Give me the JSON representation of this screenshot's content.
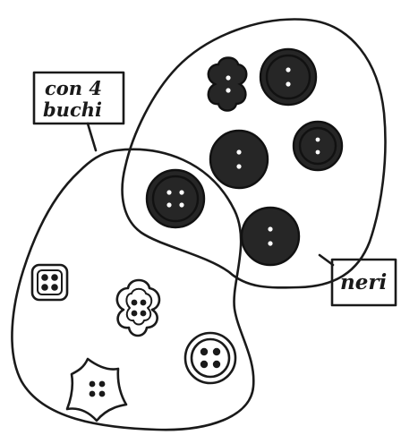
{
  "diagram": {
    "labels": {
      "four_holes": {
        "line1": "con 4",
        "line2": "buchi"
      },
      "black": "neri"
    },
    "colors": {
      "ink": "#1a1a1a",
      "button_fill": "#262626",
      "background": "#ffffff"
    },
    "sets": [
      {
        "name": "con 4 buchi",
        "shape": "closed-curve"
      },
      {
        "name": "neri",
        "shape": "closed-curve"
      }
    ],
    "buttons": [
      {
        "region": "neri-only",
        "color": "black",
        "holes": 2,
        "shape": "quatrefoil"
      },
      {
        "region": "neri-only",
        "color": "black",
        "holes": 2,
        "shape": "round-rimmed"
      },
      {
        "region": "neri-only",
        "color": "black",
        "holes": 2,
        "shape": "round"
      },
      {
        "region": "neri-only",
        "color": "black",
        "holes": 2,
        "shape": "round-rimmed"
      },
      {
        "region": "neri-only",
        "color": "black",
        "holes": 2,
        "shape": "round"
      },
      {
        "region": "intersection",
        "color": "black",
        "holes": 4,
        "shape": "round"
      },
      {
        "region": "con-4-buchi-only",
        "color": "white",
        "holes": 4,
        "shape": "rounded-square"
      },
      {
        "region": "con-4-buchi-only",
        "color": "white",
        "holes": 4,
        "shape": "quatrefoil"
      },
      {
        "region": "con-4-buchi-only",
        "color": "white",
        "holes": 4,
        "shape": "round-rimmed"
      },
      {
        "region": "con-4-buchi-only",
        "color": "white",
        "holes": 4,
        "shape": "curved-diamond"
      }
    ]
  }
}
